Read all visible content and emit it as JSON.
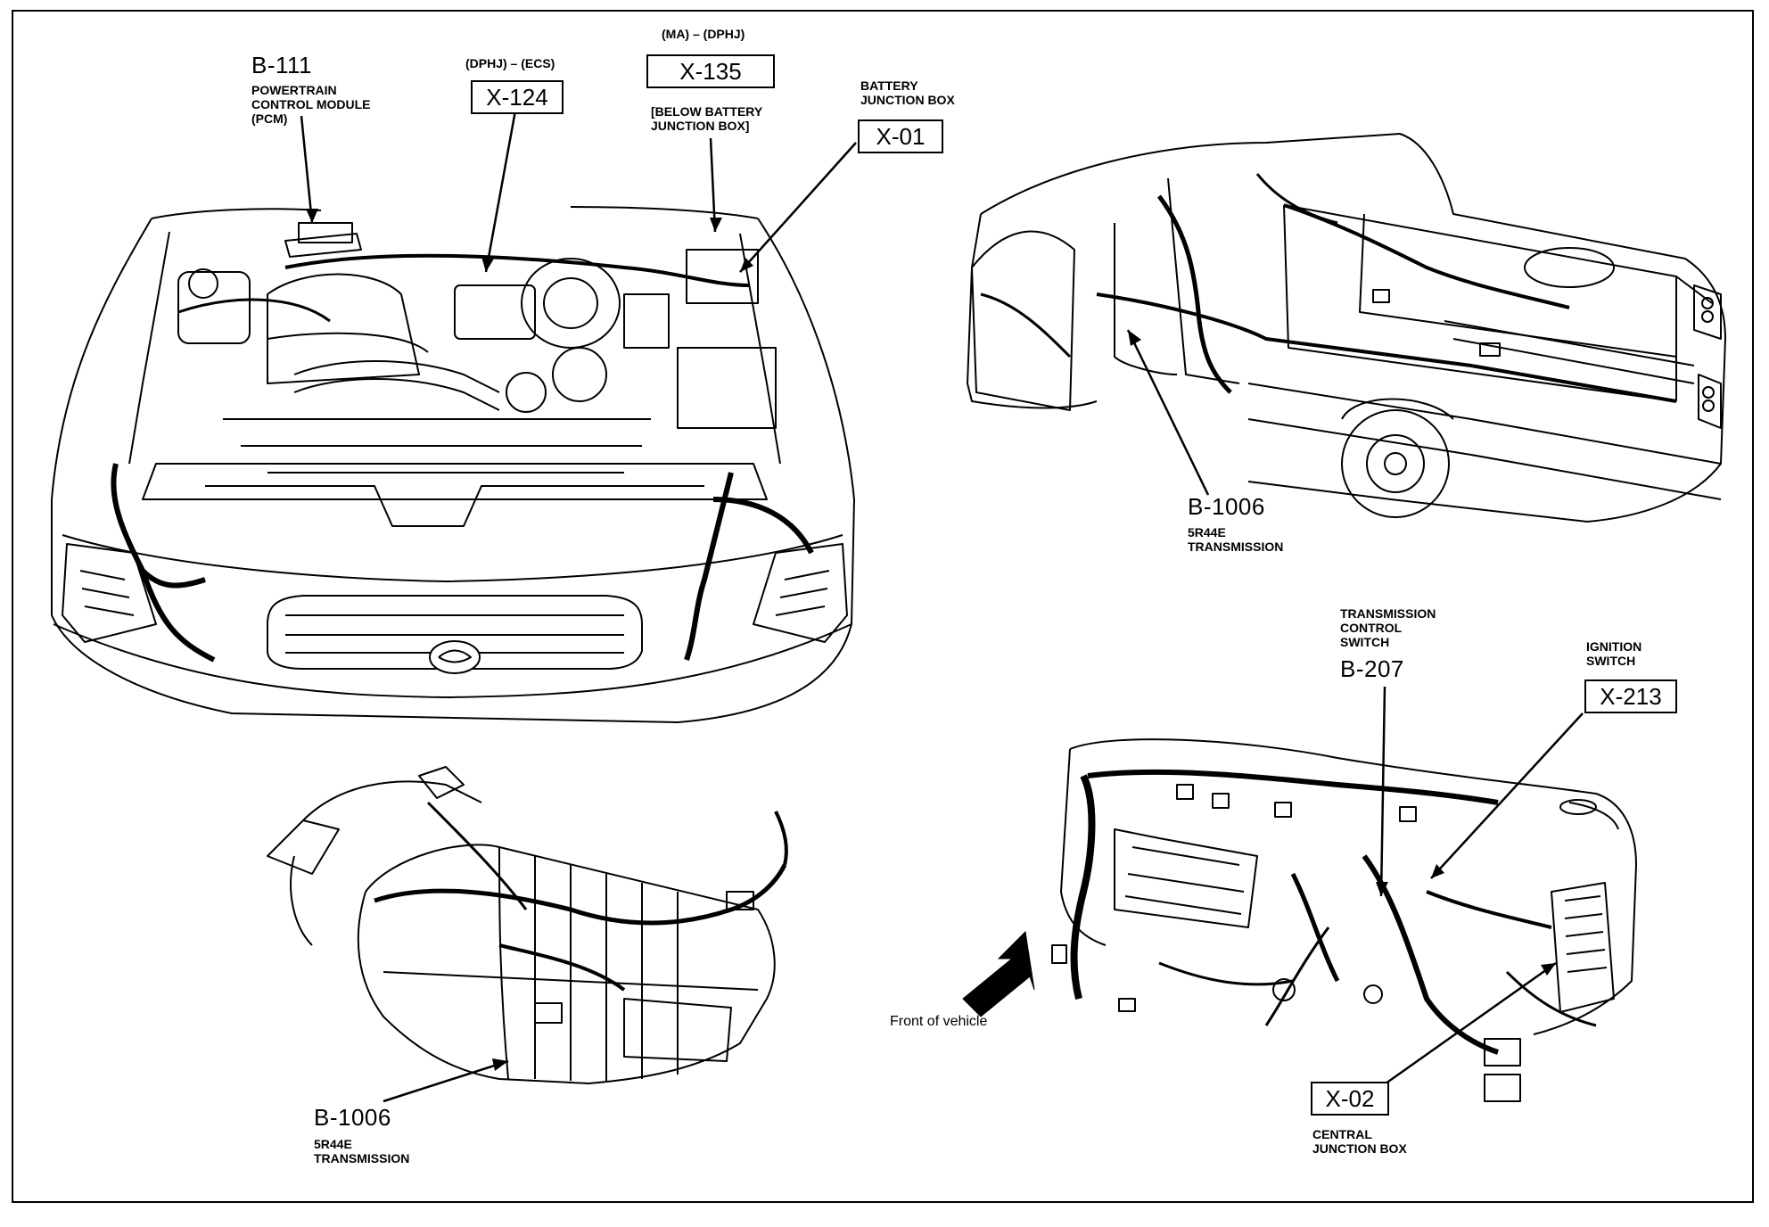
{
  "labels": {
    "b111": {
      "code": "B-111",
      "desc": "POWERTRAIN\nCONTROL MODULE\n(PCM)"
    },
    "x124": {
      "code": "X-124",
      "note": "(DPHJ) – (ECS)"
    },
    "x135": {
      "code": "X-135",
      "note": "(MA) – (DPHJ)",
      "desc": "[BELOW BATTERY\nJUNCTION BOX]"
    },
    "x01": {
      "code": "X-01",
      "desc": "BATTERY\nJUNCTION BOX"
    },
    "b1006_truck": {
      "code": "B-1006",
      "desc": "5R44E\nTRANSMISSION"
    },
    "b207": {
      "code": "B-207",
      "desc": "TRANSMISSION\nCONTROL\nSWITCH"
    },
    "x213": {
      "code": "X-213",
      "desc": "IGNITION\nSWITCH"
    },
    "b1006_trans": {
      "code": "B-1006",
      "desc": "5R44E\nTRANSMISSION"
    },
    "x02": {
      "code": "X-02",
      "desc": "CENTRAL\nJUNCTION BOX"
    },
    "front": "Front of vehicle"
  }
}
